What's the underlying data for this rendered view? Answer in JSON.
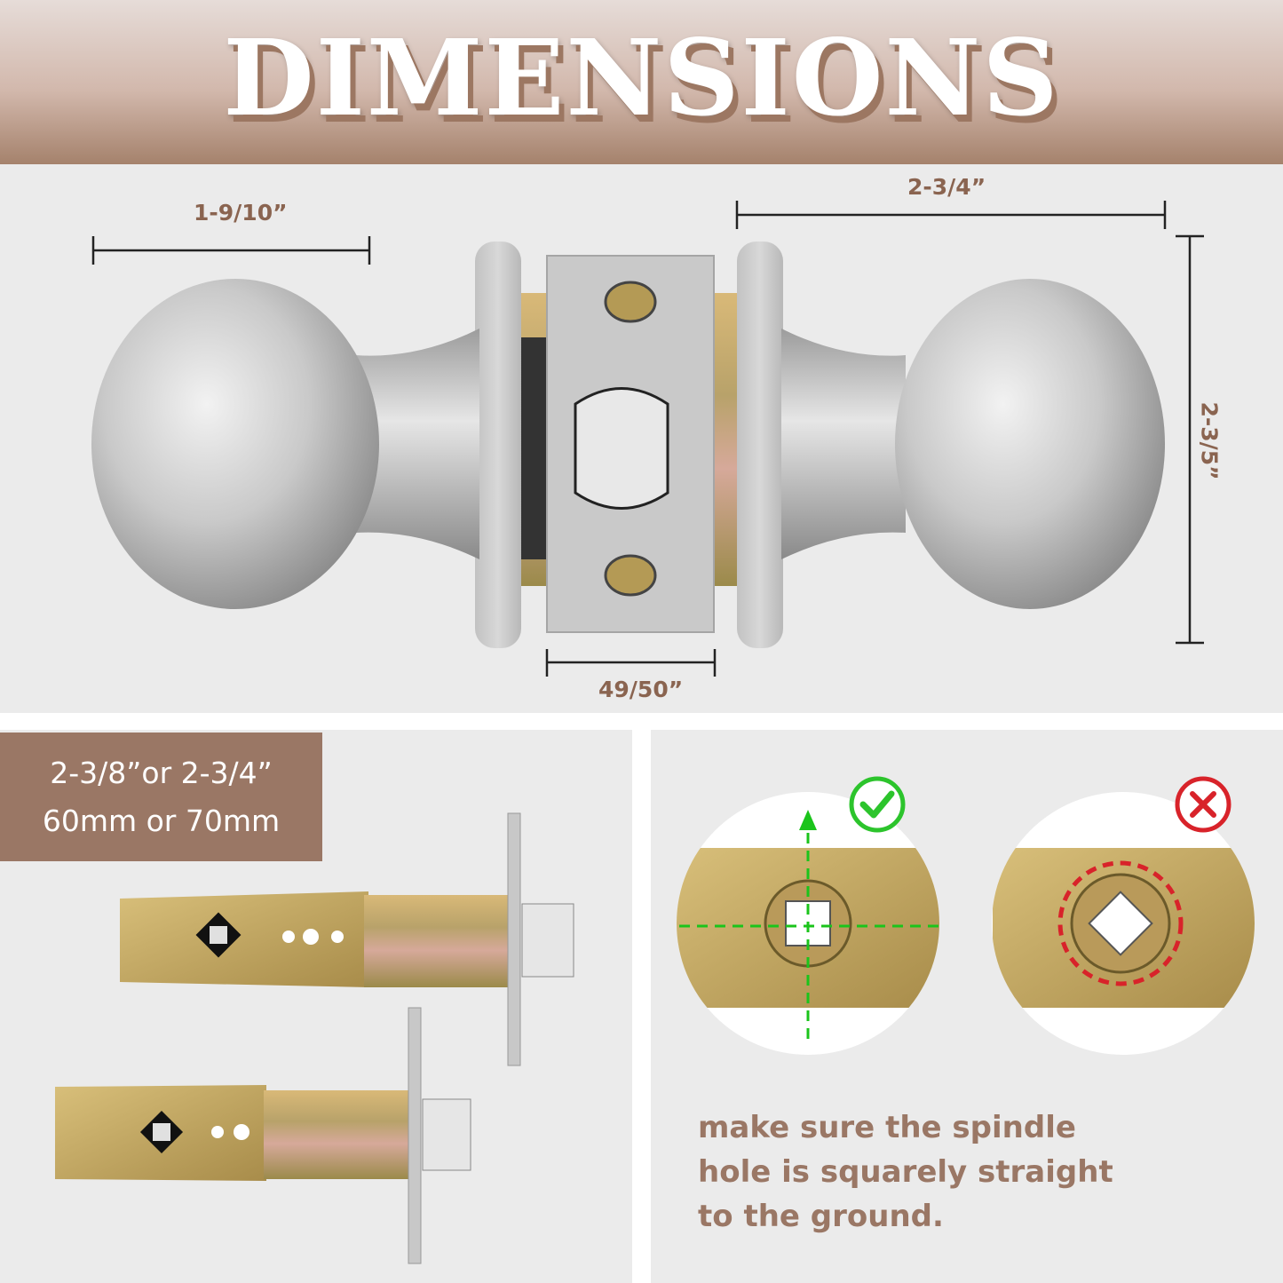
{
  "header": {
    "title": "DIMENSIONS"
  },
  "dimensions": {
    "knob_diameter": "1-9/10”",
    "knob_length": "2-3/4”",
    "rose_height": "2-3/5”",
    "faceplate_width": "49/50”"
  },
  "latch": {
    "backset_lines": [
      "2-3/8”or  2-3/4”",
      "60mm or 70mm"
    ]
  },
  "spindle": {
    "correct_icon": "check-circle-icon",
    "wrong_icon": "x-circle-icon",
    "note_lines": [
      "make sure the spindle",
      "hole is squarely straight",
      "to the ground."
    ]
  },
  "colors": {
    "brand_brown": "#9a7765",
    "text_brown": "#8a6450",
    "check_green": "#2cc42c",
    "x_red": "#d8232a",
    "brass": "#c9a74a",
    "nickel": "#c8c8c8"
  }
}
